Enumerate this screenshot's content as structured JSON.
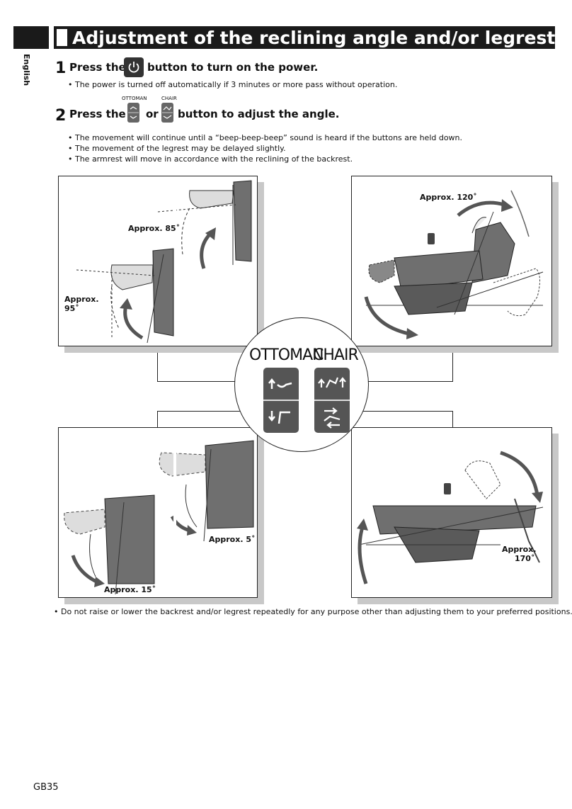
{
  "header": {
    "title": "Adjustment of the reclining angle and/or legrest"
  },
  "side_label": "English",
  "step1": {
    "number": "1",
    "text_before": "Press the",
    "text_after": "button to turn on the power.",
    "icon": "power-icon",
    "note": "• The power is turned off automatically if 3 minutes or more pass without operation."
  },
  "step2": {
    "number": "2",
    "text_before": "Press the",
    "text_or": "or",
    "text_after": "button to adjust the angle.",
    "ottoman_label": "OTTOMAN",
    "chair_label": "CHAIR",
    "notes": [
      "• The movement will continue until a “beep-beep-beep” sound is heard if the buttons are held down.",
      "• The movement of the legrest may be delayed slightly.",
      "• The armrest will move in accordance with the reclining of the backrest."
    ]
  },
  "panels": {
    "top_left": {
      "angle1": "Approx. 85˚",
      "angle2_line1": "Approx.",
      "angle2_line2": "95˚"
    },
    "top_right": {
      "angle": "Approx. 120˚"
    },
    "bottom_left": {
      "angle1": "Approx. 5˚",
      "angle2": "Approx. 15˚"
    },
    "bottom_right": {
      "angle_line1": "Approx.",
      "angle_line2": "170˚"
    }
  },
  "remote": {
    "ottoman_label": "OTTOMAN",
    "chair_label": "CHAIR",
    "buttons": [
      "legrest-up-icon",
      "legrest-down-icon",
      "recline-up-icon",
      "recline-down-icon"
    ]
  },
  "footer_note": "• Do not raise or lower the backrest and/or legrest repeatedly for any purpose other than adjusting them to your preferred positions.",
  "page_number": "GB35",
  "colors": {
    "header_bg": "#1a1a1a",
    "chair_fill": "#6f6f6f",
    "shadow": "#c8c8c8",
    "button_bg": "#555555"
  }
}
